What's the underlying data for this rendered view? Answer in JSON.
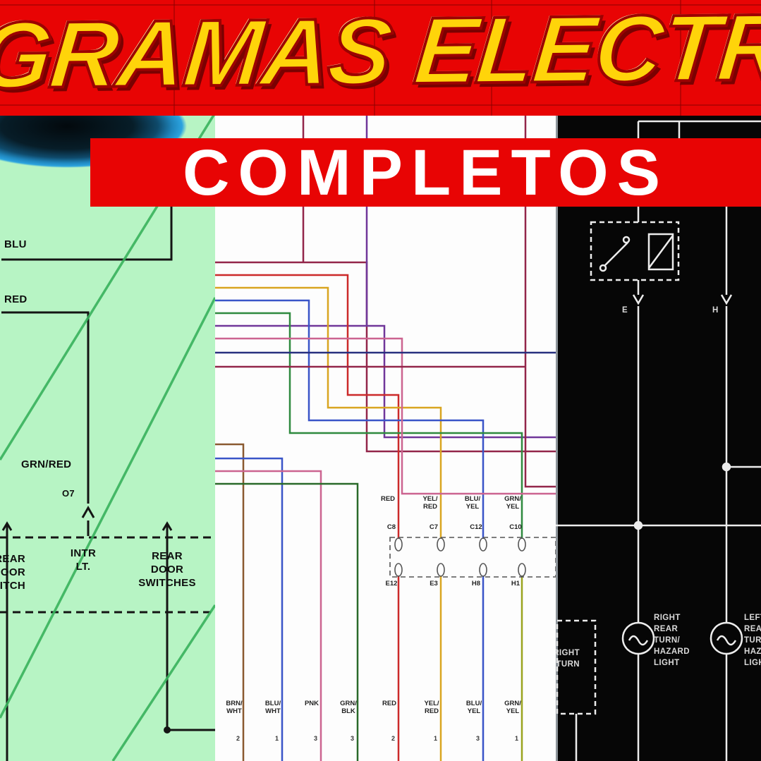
{
  "banner": {
    "title": "GRAMAS ELECTRIC",
    "subtitle": "COMPLETOS"
  },
  "colors": {
    "banner_red": "#e80404",
    "title_yellow": "#ffd40a",
    "left_panel_bg": "#b7f4c4",
    "right_panel_bg": "#060606",
    "diagram_green_line": "#38b25c"
  },
  "left_panel": {
    "wire_blu": "BLU",
    "wire_red": "RED",
    "wire_grn_red": "GRN/RED",
    "connector_o7": "O7",
    "intr_lt": "INTR\nLT.",
    "rear_door_switches": "REAR\nDOOR\nSWITCHES",
    "rear_door_switch_cut": "REAR\nDOOR\nSWITCH"
  },
  "middle_panel": {
    "mid_wire_labels": [
      "RED",
      "YEL/\nRED",
      "BLU/\nYEL",
      "GRN/\nYEL"
    ],
    "connector_top_labels": [
      "C8",
      "C7",
      "C12",
      "C10"
    ],
    "connector_bottom_labels": [
      "E12",
      "E3",
      "H8",
      "H1"
    ],
    "bottom_wire_labels": [
      "BRN/\nWHT",
      "BLU/\nWHT",
      "PNK",
      "GRN/\nBLK",
      "RED",
      "YEL/\nRED",
      "BLU/\nYEL",
      "GRN/\nYEL"
    ],
    "pin_numbers": [
      "2",
      "1",
      "3",
      "3",
      "2",
      "1",
      "3",
      "1"
    ]
  },
  "right_panel": {
    "terminal_e": "E",
    "terminal_h": "H",
    "right_rear_lamp": "RIGHT\nREAR\nTURN/\nHAZARD\nLIGHT",
    "left_rear_lamp": "LEFT\nREAR\nTURN/\nHAZARD\nLIGHT",
    "right_turn_cut": "RIGHT\nTURN"
  }
}
